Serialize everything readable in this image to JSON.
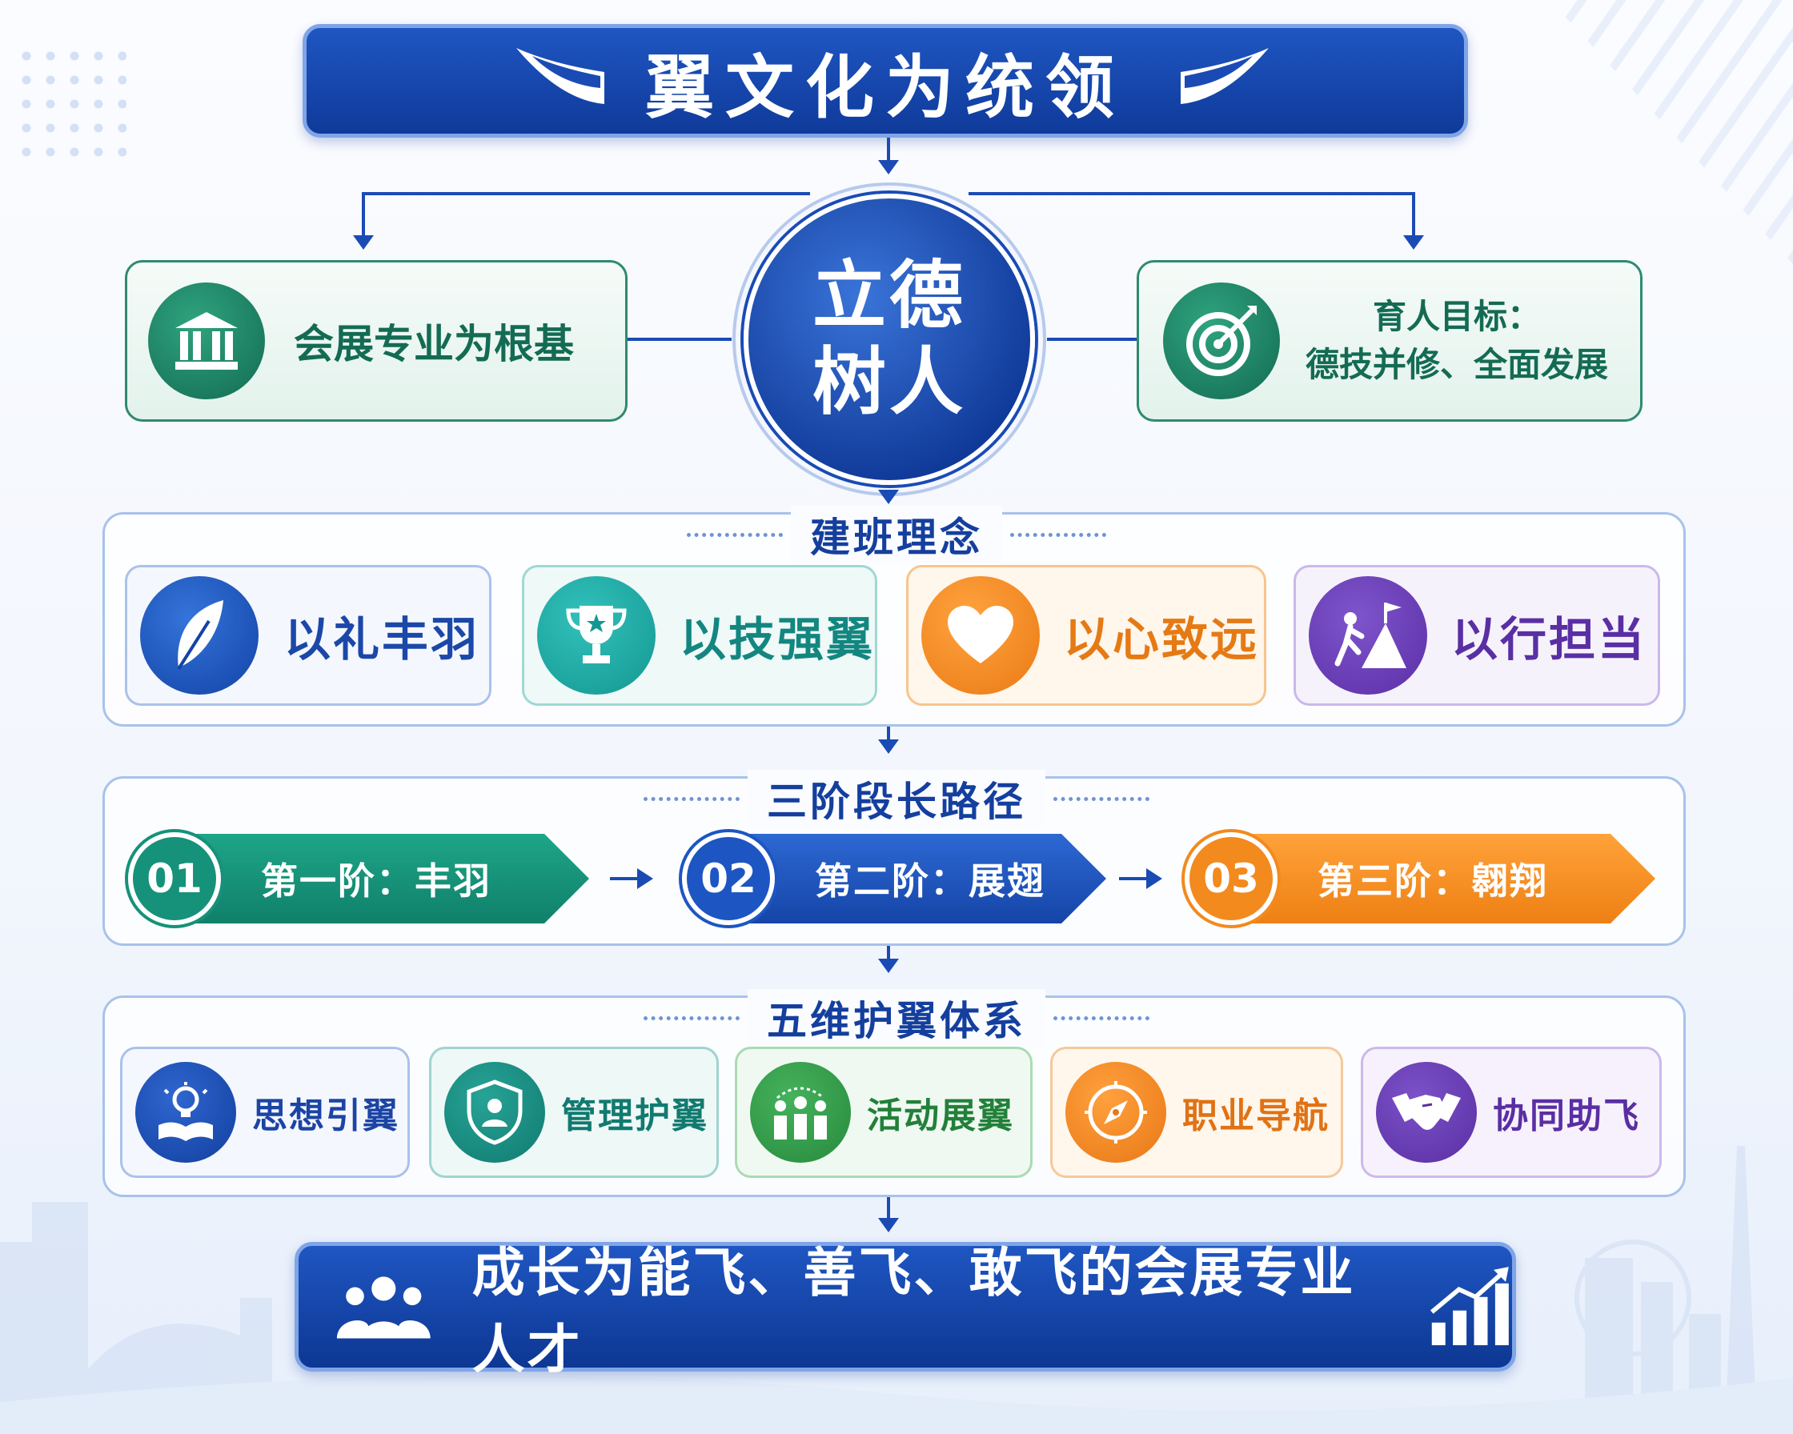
{
  "title": "翼文化为统领",
  "core": {
    "line1": "立德",
    "line2": "树人"
  },
  "left_box": {
    "label": "会展专业为根基",
    "icon": "institution-building-icon"
  },
  "right_box": {
    "line1": "育人目标：",
    "line2": "德技并修、全面发展",
    "icon": "target-arrow-icon"
  },
  "philosophy": {
    "title": "建班理念",
    "items": [
      {
        "label": "以礼丰羽",
        "icon": "feather-icon",
        "color": "#1b56c0"
      },
      {
        "label": "以技强翼",
        "icon": "trophy-icon",
        "color": "#18a8a3"
      },
      {
        "label": "以心致远",
        "icon": "heart-icon",
        "color": "#f08a22"
      },
      {
        "label": "以行担当",
        "icon": "climber-flag-icon",
        "color": "#6a3fb4"
      }
    ]
  },
  "growth_path": {
    "title": "三阶段长路径",
    "stages": [
      {
        "num": "01",
        "label": "第一阶：丰羽",
        "color": "#16917a"
      },
      {
        "num": "02",
        "label": "第二阶：展翅",
        "color": "#1d56c3"
      },
      {
        "num": "03",
        "label": "第三阶：翱翔",
        "color": "#f28a1e"
      }
    ]
  },
  "support_system": {
    "title": "五维护翼体系",
    "items": [
      {
        "label": "思想引翼",
        "icon": "lightbulb-book-icon",
        "color": "#1b4db5"
      },
      {
        "label": "管理护翼",
        "icon": "shield-person-icon",
        "color": "#17857b"
      },
      {
        "label": "活动展翼",
        "icon": "people-cheering-icon",
        "color": "#2f9a48"
      },
      {
        "label": "职业导航",
        "icon": "compass-icon",
        "color": "#ef8420"
      },
      {
        "label": "协同助飞",
        "icon": "handshake-icon",
        "color": "#6a3fb4"
      }
    ]
  },
  "outcome": {
    "label": "成长为能飞、善飞、敢飞的会展专业人才",
    "left_icon": "group-people-icon",
    "right_icon": "growth-chart-icon"
  }
}
